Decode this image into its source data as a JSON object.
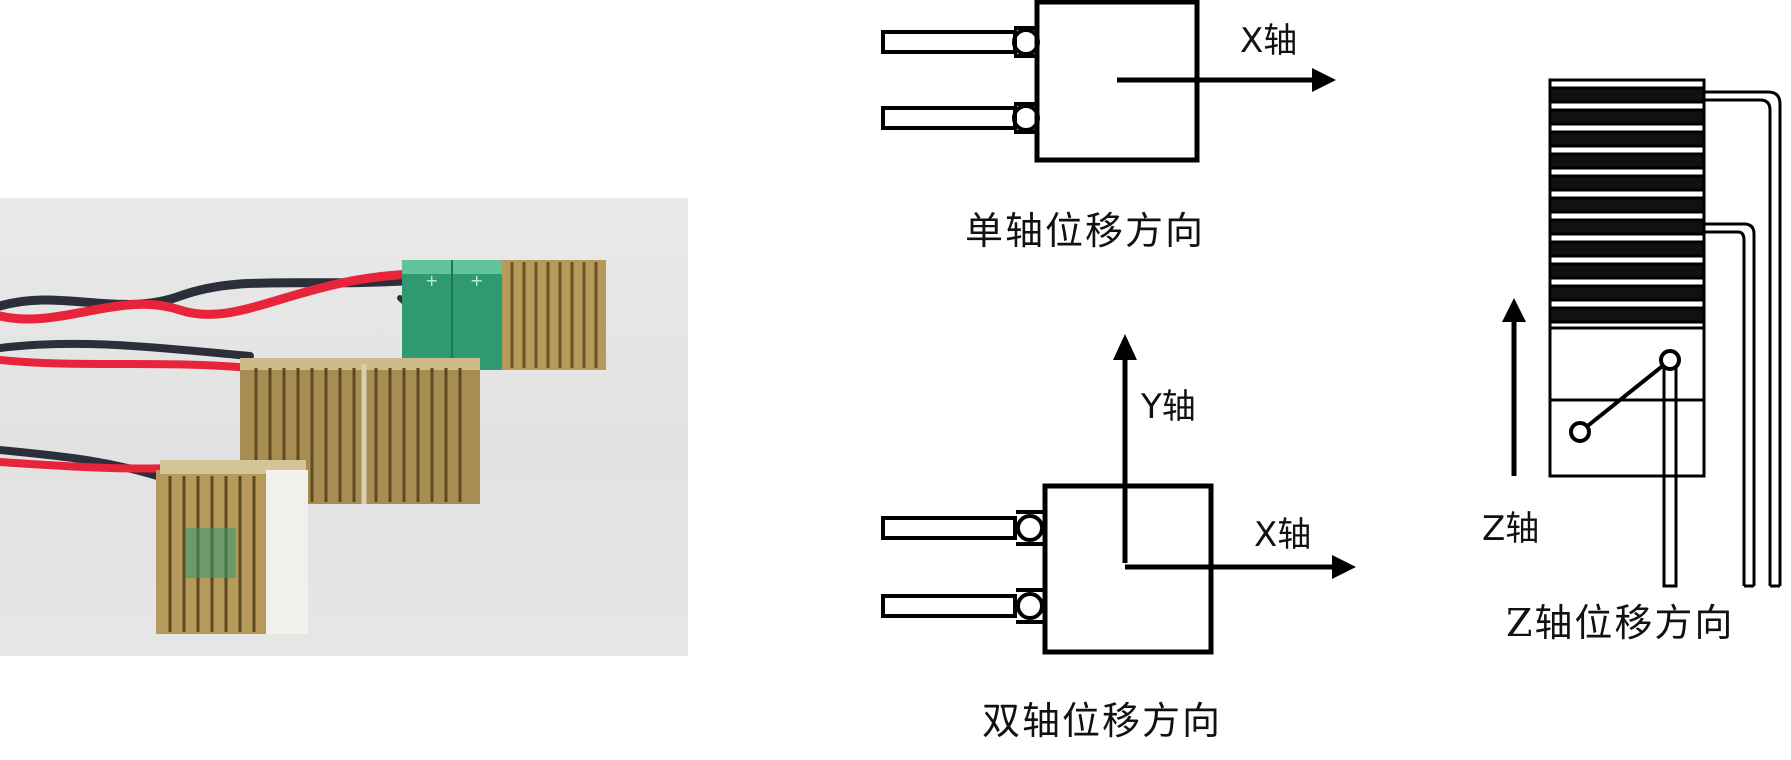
{
  "photo": {
    "subject": "piezo-actuator-photo"
  },
  "single_axis": {
    "axis_label": "X轴",
    "caption": "单轴位移方向"
  },
  "dual_axis": {
    "y_label": "Y轴",
    "x_label": "X轴",
    "caption": "双轴位移方向"
  },
  "z_axis": {
    "axis_label": "Z轴",
    "caption": "Z轴位移方向"
  },
  "colors": {
    "line": "#000000",
    "wire_red": "#e8243a",
    "wire_dark": "#2a2f3a",
    "gold": "#b59a5c",
    "green": "#2f9a72"
  }
}
